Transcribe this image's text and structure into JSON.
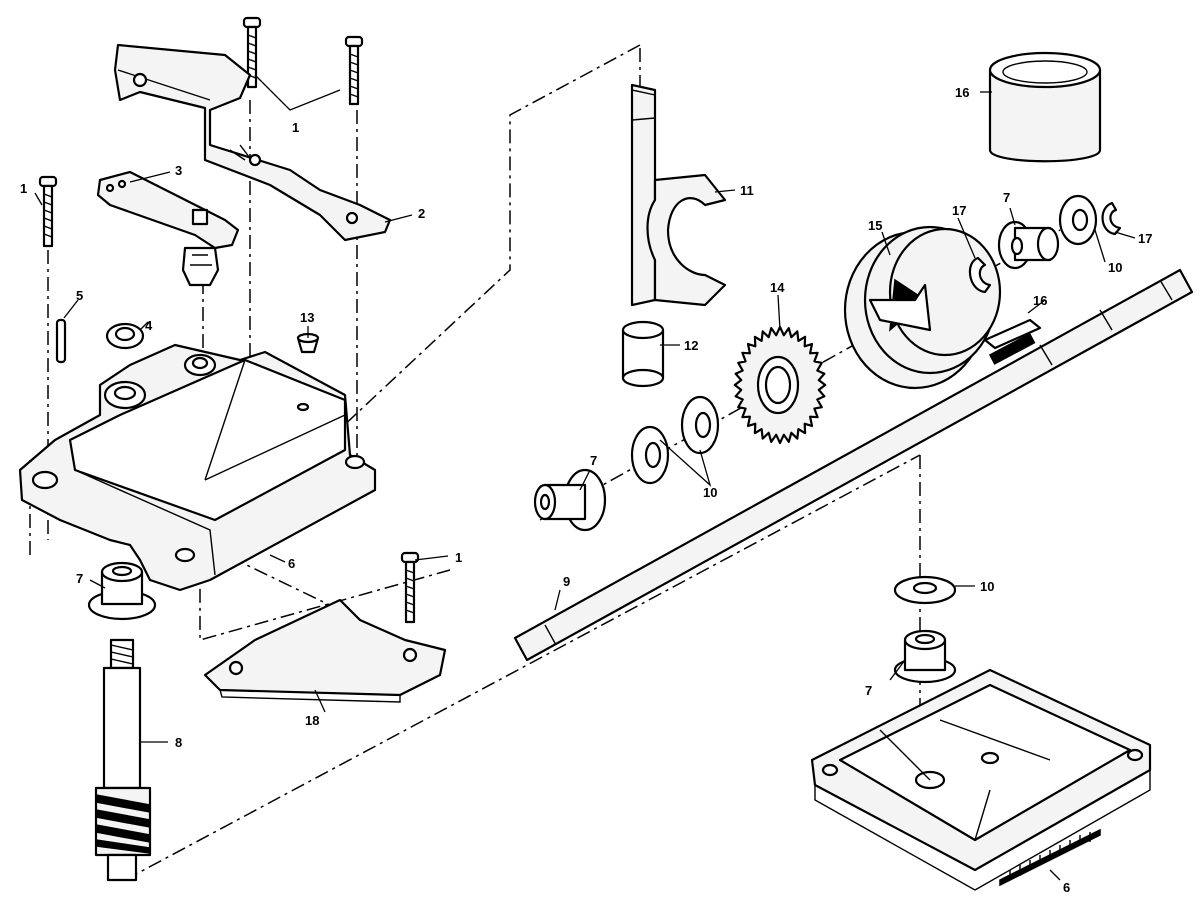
{
  "diagram": {
    "callouts": [
      {
        "id": "c1a",
        "text": "1"
      },
      {
        "id": "c1b",
        "text": "1"
      },
      {
        "id": "c1c",
        "text": "1"
      },
      {
        "id": "c2",
        "text": "2"
      },
      {
        "id": "c3",
        "text": "3"
      },
      {
        "id": "c4",
        "text": "4"
      },
      {
        "id": "c5",
        "text": "5"
      },
      {
        "id": "c6a",
        "text": "6"
      },
      {
        "id": "c6b",
        "text": "6"
      },
      {
        "id": "c7a",
        "text": "7"
      },
      {
        "id": "c7b",
        "text": "7"
      },
      {
        "id": "c7c",
        "text": "7"
      },
      {
        "id": "c7d",
        "text": "7"
      },
      {
        "id": "c8",
        "text": "8"
      },
      {
        "id": "c9",
        "text": "9"
      },
      {
        "id": "c10a",
        "text": "10"
      },
      {
        "id": "c10b",
        "text": "10"
      },
      {
        "id": "c10c",
        "text": "10"
      },
      {
        "id": "c11",
        "text": "11"
      },
      {
        "id": "c12",
        "text": "12"
      },
      {
        "id": "c13",
        "text": "13"
      },
      {
        "id": "c14",
        "text": "14"
      },
      {
        "id": "c15",
        "text": "15"
      },
      {
        "id": "c16a",
        "text": "16"
      },
      {
        "id": "c16b",
        "text": "16"
      },
      {
        "id": "c17a",
        "text": "17"
      },
      {
        "id": "c17b",
        "text": "17"
      },
      {
        "id": "c18",
        "text": "18"
      }
    ]
  }
}
